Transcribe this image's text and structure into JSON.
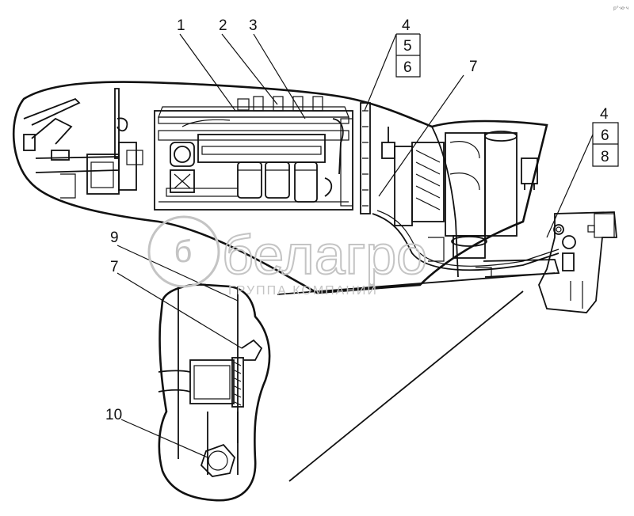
{
  "callouts": {
    "c1": "1",
    "c2": "2",
    "c3": "3",
    "c4_top": "4",
    "c5": "5",
    "c6_top": "6",
    "c7_top": "7",
    "c4_right": "4",
    "c6_right": "6",
    "c8": "8",
    "c9": "9",
    "c7_bottom": "7",
    "c10": "10"
  },
  "watermark": {
    "brand": "белагро",
    "subtitle": "ГРУППА КОМПАНИЙ"
  },
  "corner_mark": "р°·ю·ч"
}
